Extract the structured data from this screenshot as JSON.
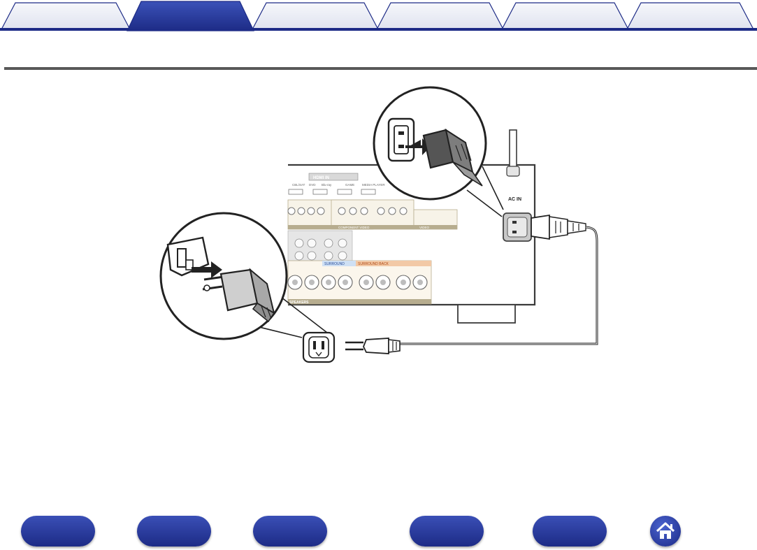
{
  "tabs": [
    {
      "label": "",
      "active": false
    },
    {
      "label": "",
      "active": true
    },
    {
      "label": "",
      "active": false
    },
    {
      "label": "",
      "active": false
    },
    {
      "label": "",
      "active": false
    },
    {
      "label": "",
      "active": false
    }
  ],
  "diagram": {
    "receiver_label": "AC IN",
    "panel_labels": {
      "hdmi_in": "HDMI IN",
      "cbl_sat": "CBL/SAT",
      "dvd": "DVD",
      "bluray": "Blu-ray",
      "game": "GAME",
      "media_player": "MEDIA PLAYER",
      "component_video": "COMPONENT VIDEO",
      "video": "VIDEO",
      "surround": "SURROUND",
      "surround_back": "SURROUND BACK",
      "speakers": "SPEAKERS"
    }
  },
  "footer_buttons": [
    {
      "label": "",
      "icon": "nav-button"
    },
    {
      "label": "",
      "icon": "nav-button"
    },
    {
      "label": "",
      "icon": "nav-button"
    },
    {
      "label": "",
      "icon": "nav-button"
    },
    {
      "label": "",
      "icon": "nav-button"
    }
  ],
  "home": {
    "icon": "home-icon"
  }
}
